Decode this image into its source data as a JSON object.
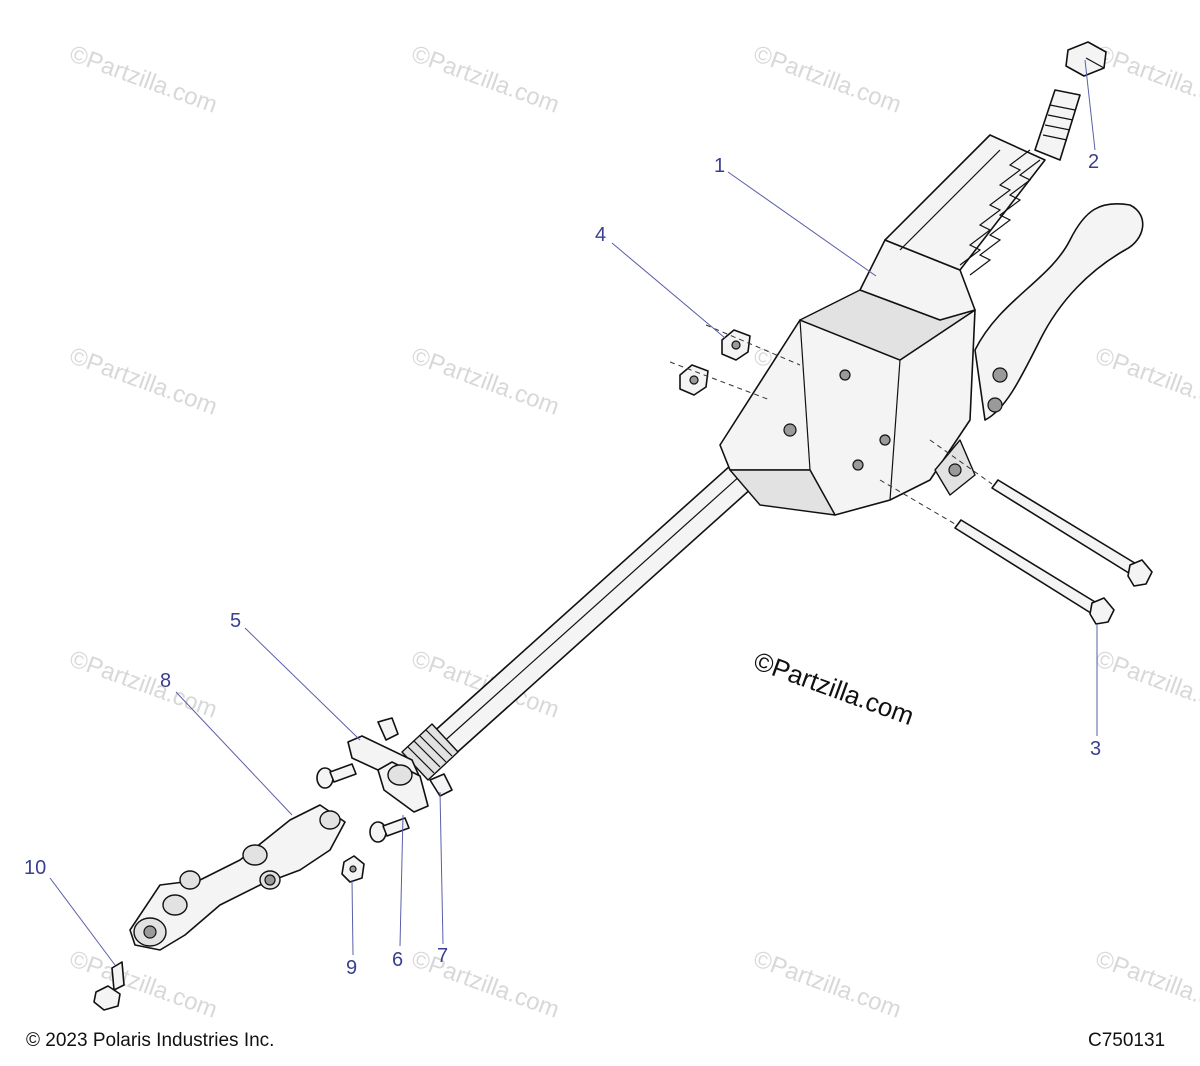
{
  "watermark": "©Partzilla.com",
  "center_brand": "©Partzilla.com",
  "footer": {
    "copyright": "© 2023 Polaris Industries Inc.",
    "drawing_number": "C750131"
  },
  "callouts": [
    "1",
    "2",
    "3",
    "4",
    "5",
    "6",
    "7",
    "8",
    "9",
    "10"
  ],
  "colors": {
    "callout": "#3a3f8f",
    "watermark": "#d8d8d8",
    "outline": "#111111"
  }
}
